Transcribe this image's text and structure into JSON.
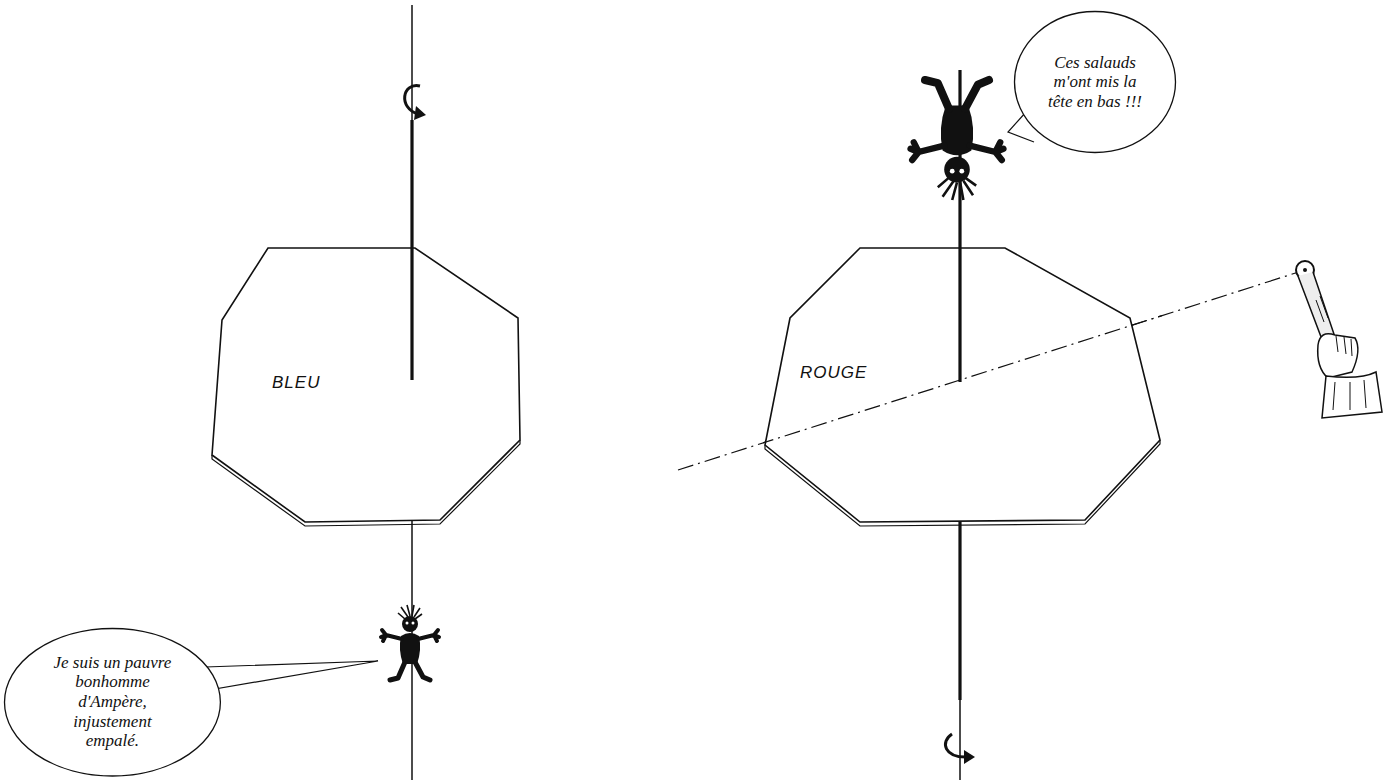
{
  "diagram": {
    "nodes": [
      {
        "text": [
          "BLEU"
        ]
      },
      {
        "text": [
          "Je suis un pauvre bonhomme d'Ampère, injustement empalé."
        ]
      },
      {
        "text": [
          "ROUGE"
        ]
      },
      {
        "text": [
          "Ces salauds m'ont mis la tête en bas !!!"
        ]
      }
    ]
  }
}
